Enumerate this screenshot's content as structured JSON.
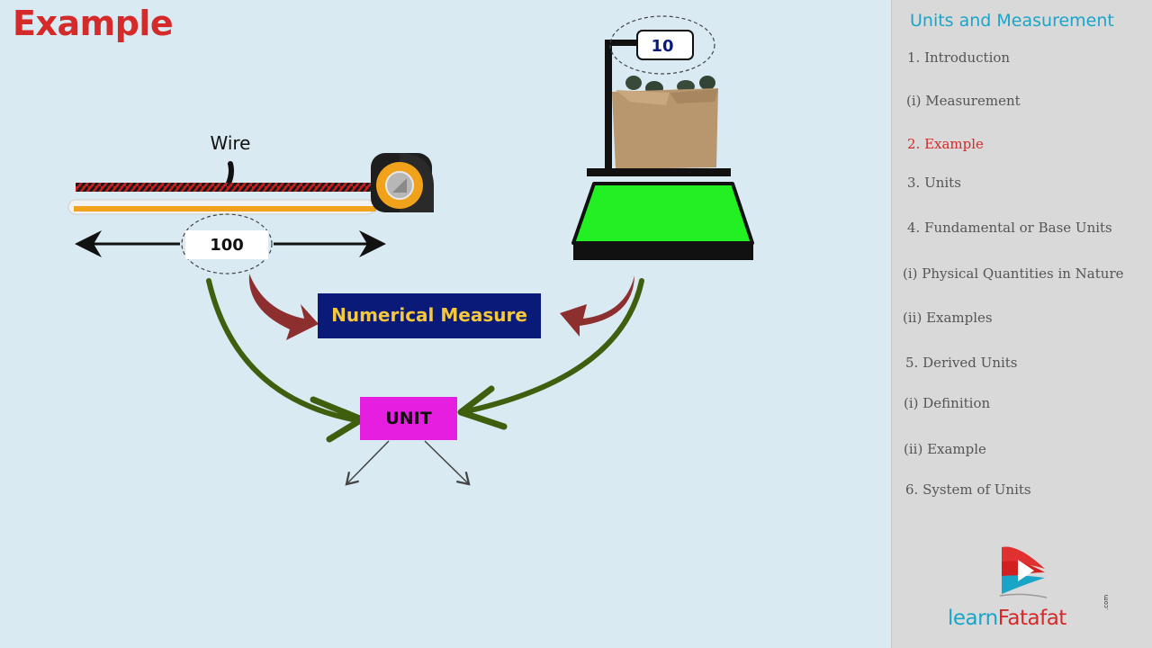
{
  "slide": {
    "title": "Example",
    "wire_label": "Wire",
    "length_value": "100",
    "scale_reading": "10",
    "numerical_measure_label": "Numerical Measure",
    "unit_label": "UNIT"
  },
  "sidebar": {
    "title": "Units and Measurement",
    "items": [
      {
        "label": "1. Introduction",
        "active": false
      },
      {
        "label": "(i)  Measurement",
        "active": false
      },
      {
        "label": "2. Example",
        "active": true
      },
      {
        "label": "3. Units",
        "active": false
      },
      {
        "label": "4. Fundamental or Base Units",
        "active": false
      },
      {
        "label": "(i) Physical Quantities in Nature",
        "active": false
      },
      {
        "label": "(ii) Examples",
        "active": false
      },
      {
        "label": "5. Derived Units",
        "active": false
      },
      {
        "label": "(i) Definition",
        "active": false
      },
      {
        "label": "(ii) Example",
        "active": false
      },
      {
        "label": "6. System of Units",
        "active": false
      }
    ]
  },
  "logo": {
    "text_part1": "learn",
    "text_part2": "Fatafat",
    "suffix": ".com"
  },
  "colors": {
    "title_red": "#d42a2a",
    "sidebar_accent": "#1aa5c8",
    "numerical_box": "#0a1a78",
    "numerical_text": "#f5c83c",
    "unit_box": "#e61ee0",
    "scale_platform": "#22f022",
    "green_arrow": "#3f5f0f",
    "red_arrow": "#8e2f2f"
  },
  "icons": [
    "measuring-tape-icon",
    "weighing-scale-icon",
    "learnfatafat-logo-icon"
  ]
}
